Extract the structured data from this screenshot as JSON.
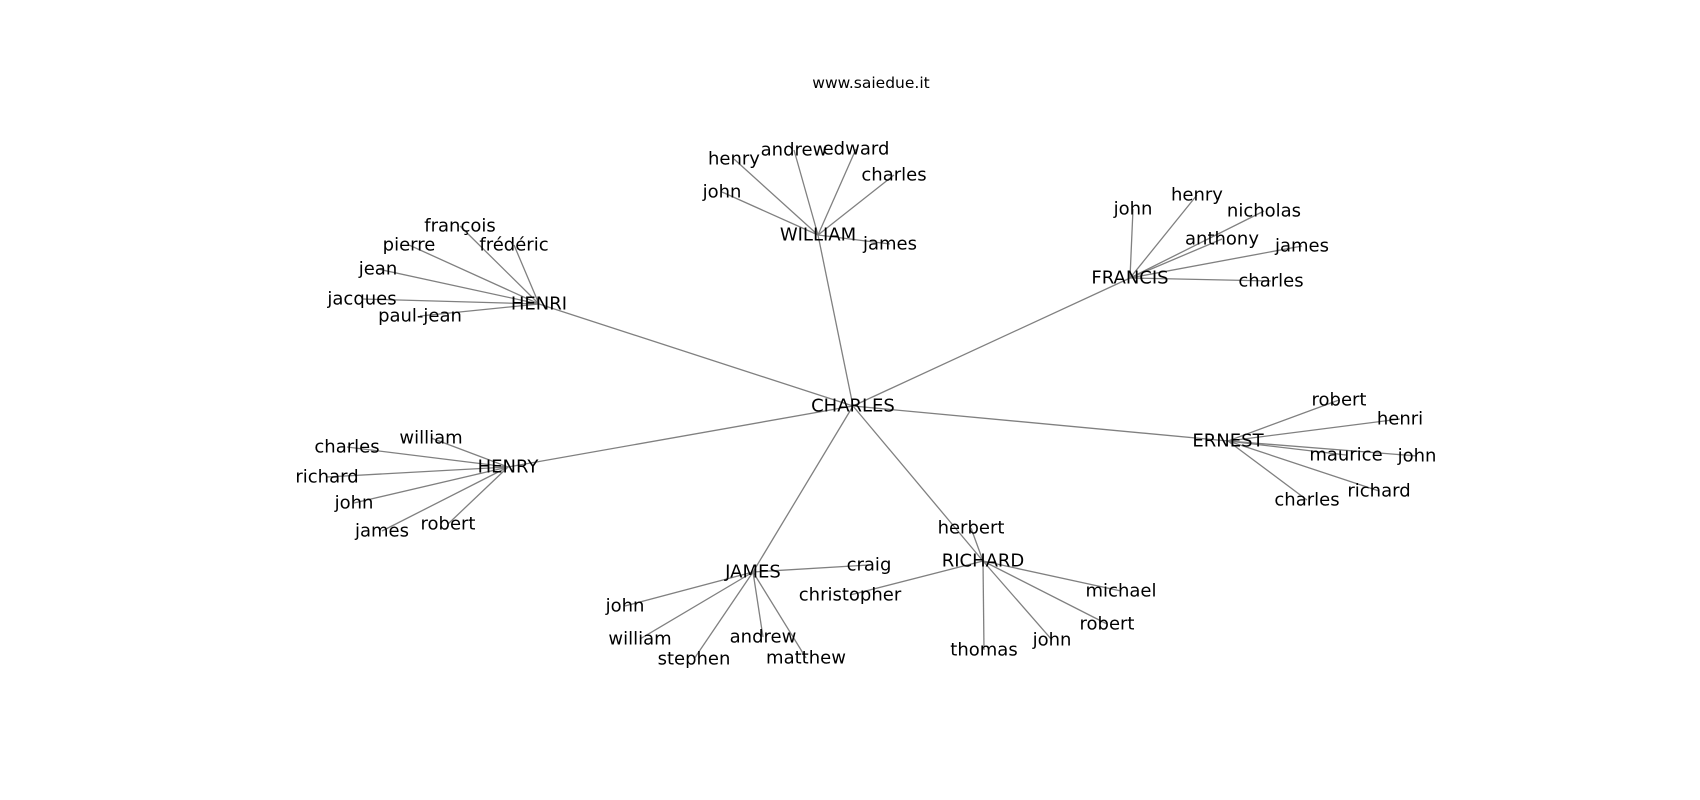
{
  "title": "www.saiedue.it",
  "colors": {
    "edge": "#808080",
    "text": "#000000",
    "background": "#ffffff"
  },
  "graph": {
    "root": "CHARLES",
    "hubs": [
      {
        "name": "WILLIAM",
        "leaves": [
          "henry",
          "andrew",
          "edward",
          "charles",
          "john",
          "james"
        ]
      },
      {
        "name": "FRANCIS",
        "leaves": [
          "john",
          "henry",
          "nicholas",
          "anthony",
          "james",
          "charles"
        ]
      },
      {
        "name": "HENRI",
        "leaves": [
          "françois",
          "pierre",
          "frédéric",
          "jean",
          "jacques",
          "paul-jean"
        ]
      },
      {
        "name": "ERNEST",
        "leaves": [
          "robert",
          "henri",
          "maurice",
          "john",
          "richard",
          "charles"
        ]
      },
      {
        "name": "HENRY",
        "leaves": [
          "william",
          "charles",
          "richard",
          "john",
          "james",
          "robert"
        ]
      },
      {
        "name": "RICHARD",
        "leaves": [
          "herbert",
          "christopher",
          "michael",
          "robert",
          "john",
          "thomas"
        ]
      },
      {
        "name": "JAMES",
        "leaves": [
          "craig",
          "john",
          "william",
          "andrew",
          "stephen",
          "matthew"
        ]
      }
    ]
  }
}
